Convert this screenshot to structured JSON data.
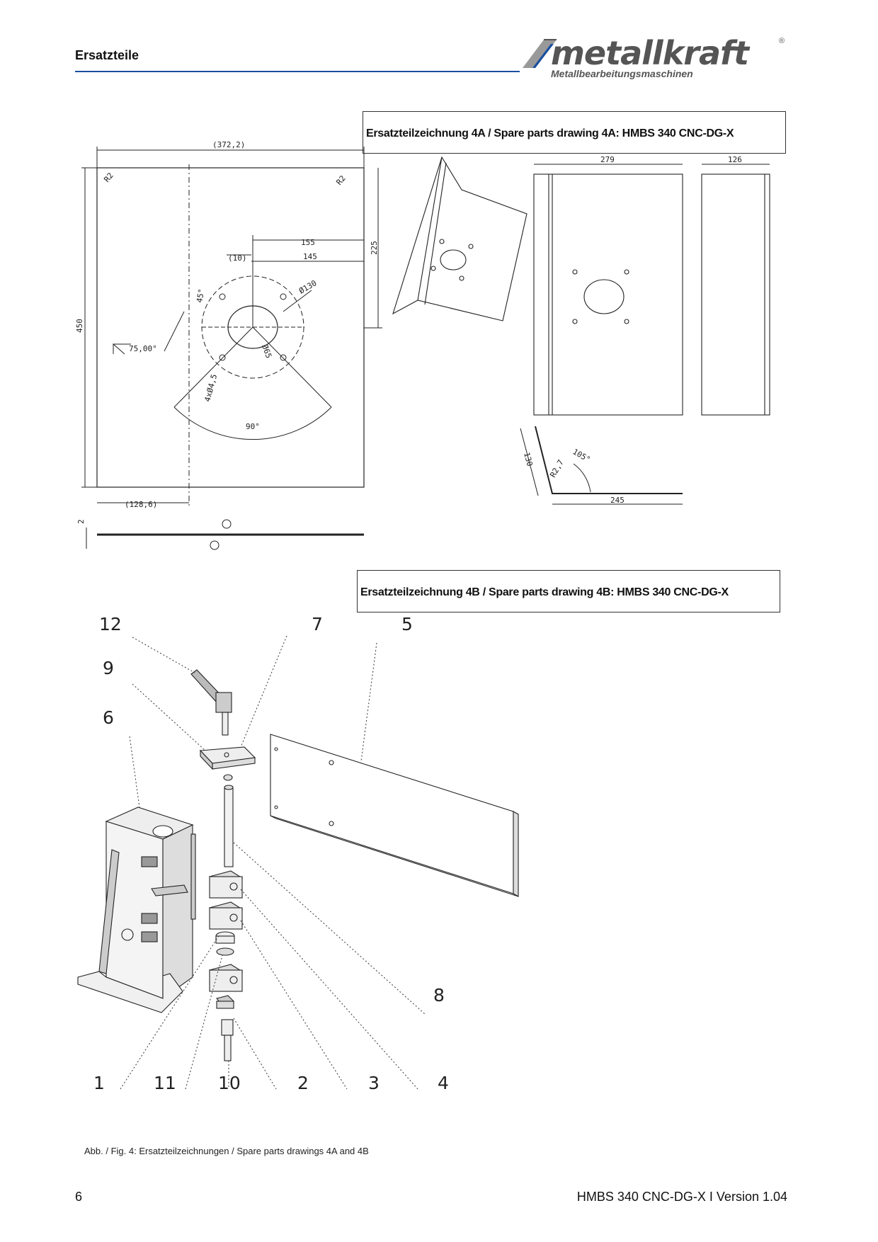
{
  "header": {
    "section_title": "Ersatzteile",
    "logo_text": "metallkraft",
    "logo_registered": "®",
    "logo_subtitle": "Metallbearbeitungsmaschinen",
    "accent_color": "#1a4fa0"
  },
  "drawing_4a": {
    "title": "Ersatzteilzeichnung 4A / Spare parts drawing 4A: HMBS 340 CNC-DG-X",
    "dimensions": {
      "width_overall": "(372,2)",
      "height_overall": "450",
      "radius_left": "R2",
      "radius_right": "R2",
      "d155": "155",
      "d10": "(10)",
      "d145": "145",
      "d225": "225",
      "angle45": "45°",
      "dia130": "Ø130",
      "angle75": "75,00°",
      "dia65": "Ø65",
      "holes": "4xØ4,5",
      "angle90": "90°",
      "d128": "(128,6)",
      "thickness": "2",
      "w279": "279",
      "w126": "126",
      "h130": "130",
      "angle105": "105°",
      "r27": "R2,7",
      "w245": "245"
    }
  },
  "drawing_4b": {
    "title": "Ersatzteilzeichnung 4B / Spare parts drawing 4B: HMBS 340 CNC-DG-X",
    "callouts": {
      "c12": "12",
      "c7": "7",
      "c5": "5",
      "c9": "9",
      "c6": "6",
      "c8": "8",
      "c1": "1",
      "c11": "11",
      "c10": "10",
      "c2": "2",
      "c3": "3",
      "c4": "4"
    }
  },
  "caption": "Abb. / Fig. 4: Ersatzteilzeichnungen / Spare parts drawings 4A and 4B",
  "footer": {
    "page_number": "6",
    "version": "HMBS 340 CNC-DG-X I Version 1.04"
  }
}
